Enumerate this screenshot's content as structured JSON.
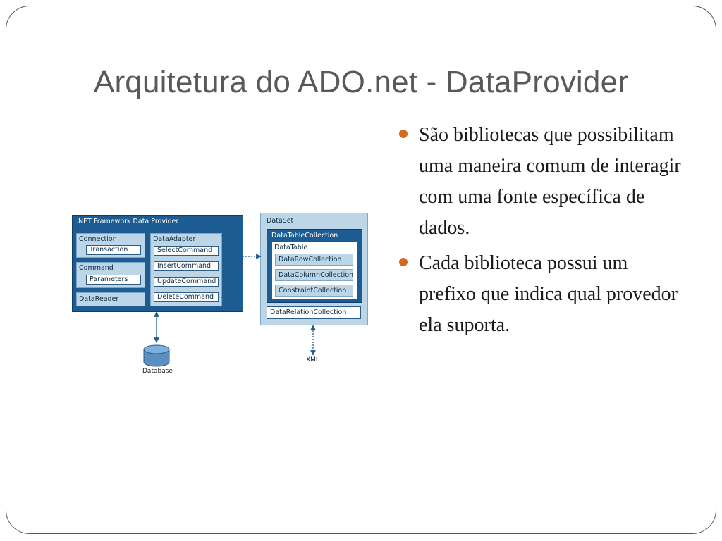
{
  "slide": {
    "title": "Arquitetura do ADO.net - DataProvider",
    "bullets": [
      "São bibliotecas que possibilitam uma maneira comum de interagir com uma fonte específica de dados.",
      "Cada biblioteca possui um prefixo que indica qual provedor ela suporta."
    ],
    "bullet_color": "#d2691e"
  },
  "diagram": {
    "provider": {
      "title": ".NET Framework Data Provider",
      "connection": "Connection",
      "transaction": "Transaction",
      "command": "Command",
      "parameters": "Parameters",
      "datareader": "DataReader",
      "dataadapter": "DataAdapter",
      "select": "SelectCommand",
      "insert": "InsertCommand",
      "update": "UpdateCommand",
      "delete": "DeleteCommand"
    },
    "dataset": {
      "title": "DataSet",
      "tablecollection": "DataTableCollection",
      "datatable": "DataTable",
      "rows": "DataRowCollection",
      "columns": "DataColumnCollection",
      "constraints": "ConstraintCollection",
      "relations": "DataRelationCollection"
    },
    "database_label": "Database",
    "xml_label": "XML",
    "colors": {
      "dark_blue": "#1c5c93",
      "light_blue": "#bcd6e8",
      "arrow": "#1c5c93"
    }
  }
}
